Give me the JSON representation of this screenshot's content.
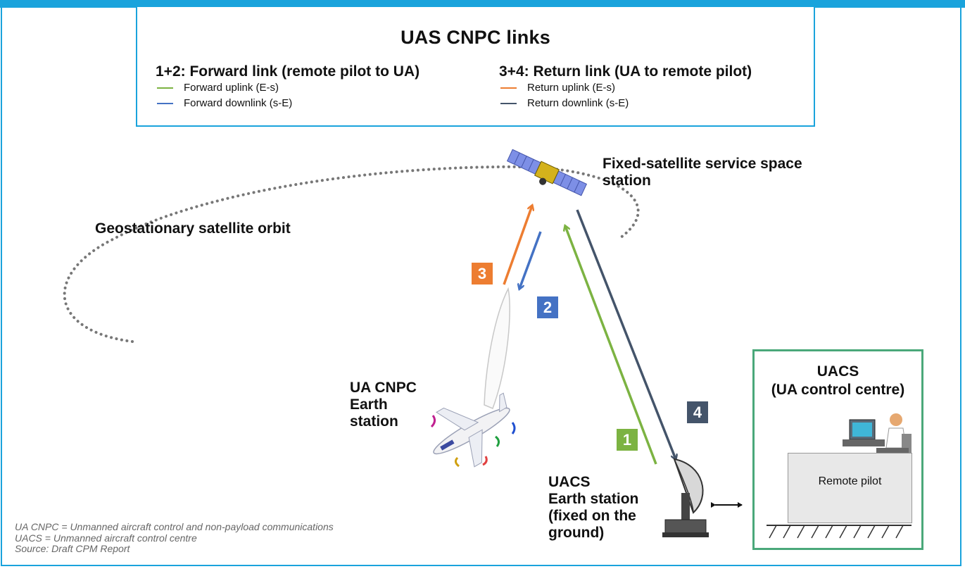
{
  "legend": {
    "title": "UAS CNPC links",
    "forward": {
      "title": "1+2: Forward link (remote pilot to UA)",
      "items": [
        {
          "label": "Forward uplink (E-s)",
          "color": "#7cb342"
        },
        {
          "label": "Forward downlink (s-E)",
          "color": "#4472c4"
        }
      ]
    },
    "return": {
      "title": "3+4: Return link (UA to remote pilot)",
      "items": [
        {
          "label": "Return uplink (E-s)",
          "color": "#ed7d31"
        },
        {
          "label": "Return downlink (s-E)",
          "color": "#44546a"
        }
      ]
    }
  },
  "labels": {
    "satellite": [
      "Fixed-satellite service space",
      "station"
    ],
    "orbit": "Geostationary satellite orbit",
    "ua_station": [
      "UA CNPC",
      "Earth",
      "station"
    ],
    "uacs_station": [
      "UACS",
      "Earth station",
      "(fixed on the",
      "ground)"
    ]
  },
  "badges": [
    {
      "text": "1",
      "color": "#7cb342"
    },
    {
      "text": "2",
      "color": "#4472c4"
    },
    {
      "text": "3",
      "color": "#ed7d31"
    },
    {
      "text": "4",
      "color": "#44546a"
    }
  ],
  "uacs": {
    "title_line1": "UACS",
    "title_line2": "(UA control centre)",
    "pilot": "Remote pilot"
  },
  "footnotes": [
    "UA CNPC = Unmanned aircraft control and non-payload communications",
    "UACS = Unmanned aircraft control centre",
    "Source: Draft CPM Report"
  ],
  "colors": {
    "accent": "#1aa3dc",
    "frame_green": "#4aa87a"
  }
}
